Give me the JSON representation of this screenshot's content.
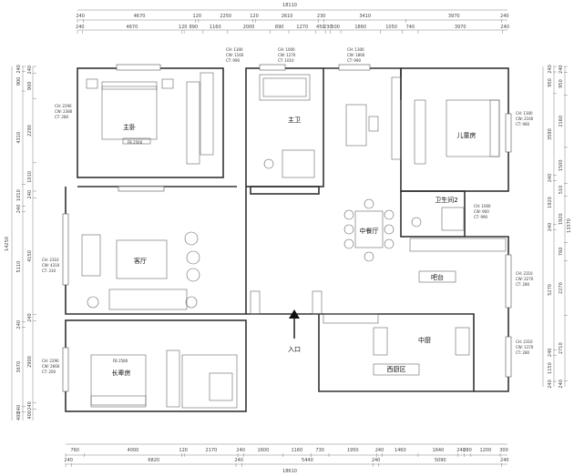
{
  "overall": {
    "top": "18110",
    "bottom": "18610",
    "left": "14250",
    "right": "13370"
  },
  "top_dims_1": [
    "240",
    "4670",
    "120",
    "2250",
    "120",
    "2610",
    "230",
    "3410",
    "3970",
    "240"
  ],
  "top_dims_2": [
    "240",
    "4670",
    "120",
    "890",
    "1160",
    "2000",
    "890",
    "1270",
    "450",
    "230",
    "500",
    "1860",
    "1050",
    "740",
    "3970",
    "240"
  ],
  "bottom_dims_1": [
    "760",
    "4000",
    "120",
    "2170",
    "240",
    "1600",
    "1160",
    "730",
    "1950",
    "240",
    "1460",
    "1640",
    "240",
    "280",
    "1200",
    "300"
  ],
  "bottom_dims_2": [
    "240",
    "6820",
    "240",
    "5440",
    "240",
    "5090",
    "240"
  ],
  "left_dims_1": [
    "240",
    "900",
    "4310",
    "1010",
    "240",
    "5110",
    "240",
    "3670",
    "240",
    "400"
  ],
  "left_dims_2": [
    "240",
    "900",
    "2290",
    "1010",
    "240",
    "4150",
    "240",
    "2900",
    "240",
    "400"
  ],
  "right_dims_1": [
    "240",
    "950",
    "3590",
    "240",
    "1920",
    "240",
    "5270",
    "240",
    "1150",
    "240"
  ],
  "right_dims_2": [
    "240",
    "950",
    "2160",
    "1500",
    "510",
    "1920",
    "760",
    "2270",
    "2710",
    "240"
  ],
  "rooms": {
    "master_bedroom": "主卧",
    "master_bath": "主卫",
    "children_room": "儿童房",
    "guest_bath": "卫生间2",
    "dining": "中餐厅",
    "living": "客厅",
    "bar": "吧台",
    "elder_room": "长辈房",
    "kitchen": "中厨",
    "west_kitchen": "西厨区",
    "entrance": "入口"
  },
  "bed_labels": {
    "master": "FB 2560",
    "elder": "FB 2580"
  },
  "specs": {
    "win_master": [
      "CH: 2290",
      "CW: 2380",
      "CT: 280"
    ],
    "win_top1": [
      "CH: 1300",
      "CW: 1160",
      "CT: 990"
    ],
    "win_top2": [
      "CH: 1000",
      "CW: 1270",
      "CT: 1010"
    ],
    "win_top3": [
      "CH: 1300",
      "CW: 1860",
      "CT: 990"
    ],
    "win_children": [
      "CH: 1300",
      "CW: 2160",
      "CT: 960"
    ],
    "win_bath2": [
      "CH: 1000",
      "CW: 900",
      "CT: 990"
    ],
    "win_living": [
      "CH: 2310",
      "CW: 4310",
      "CT: 310"
    ],
    "win_right1": [
      "CH: 2310",
      "CW: 2270",
      "CT: 280"
    ],
    "win_elder": [
      "CH: 2290",
      "CW: 2660",
      "CT: 200"
    ],
    "win_right2": [
      "CH: 2310",
      "CW: 1370",
      "CT: 280"
    ]
  }
}
